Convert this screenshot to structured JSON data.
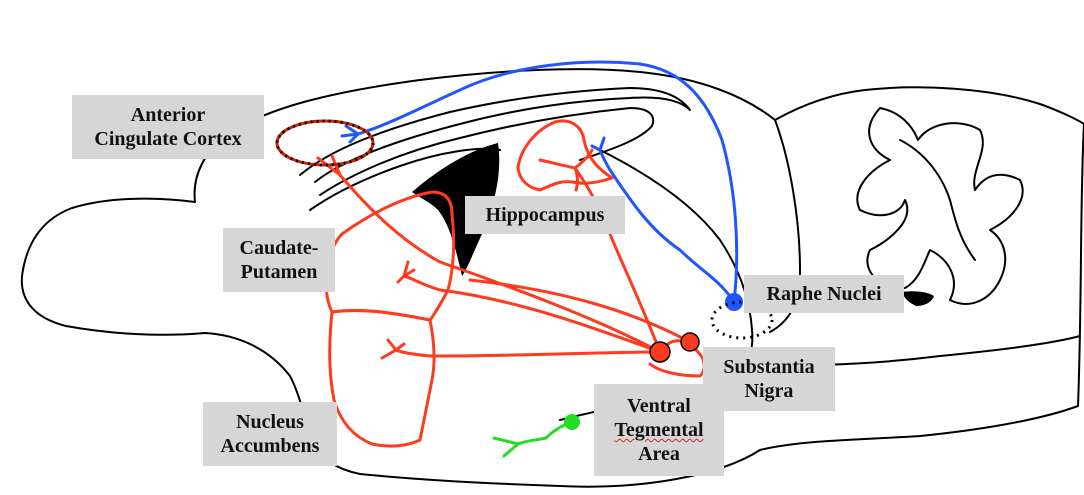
{
  "labels": {
    "anterior_cingulate_cortex": [
      "Anterior",
      "Cingulate Cortex"
    ],
    "hippocampus": [
      "Hippocampus"
    ],
    "caudate_putamen": [
      "Caudate-",
      "Putamen"
    ],
    "raphe_nuclei": [
      "Raphe Nuclei"
    ],
    "substantia_nigra": [
      "Substantia",
      "Nigra"
    ],
    "nucleus_accumbens": [
      "Nucleus",
      "Accumbens"
    ],
    "ventral_tegmental_area": [
      "Ventral",
      "Tegmental",
      "Area"
    ]
  },
  "colors": {
    "dopamine_pathway": "#ff3b1f",
    "serotonin_pathway": "#2255ff",
    "green_pathway": "#22dd22",
    "outline": "#000000",
    "ventricle": "#000000",
    "label_background": "#d6d6d6"
  }
}
